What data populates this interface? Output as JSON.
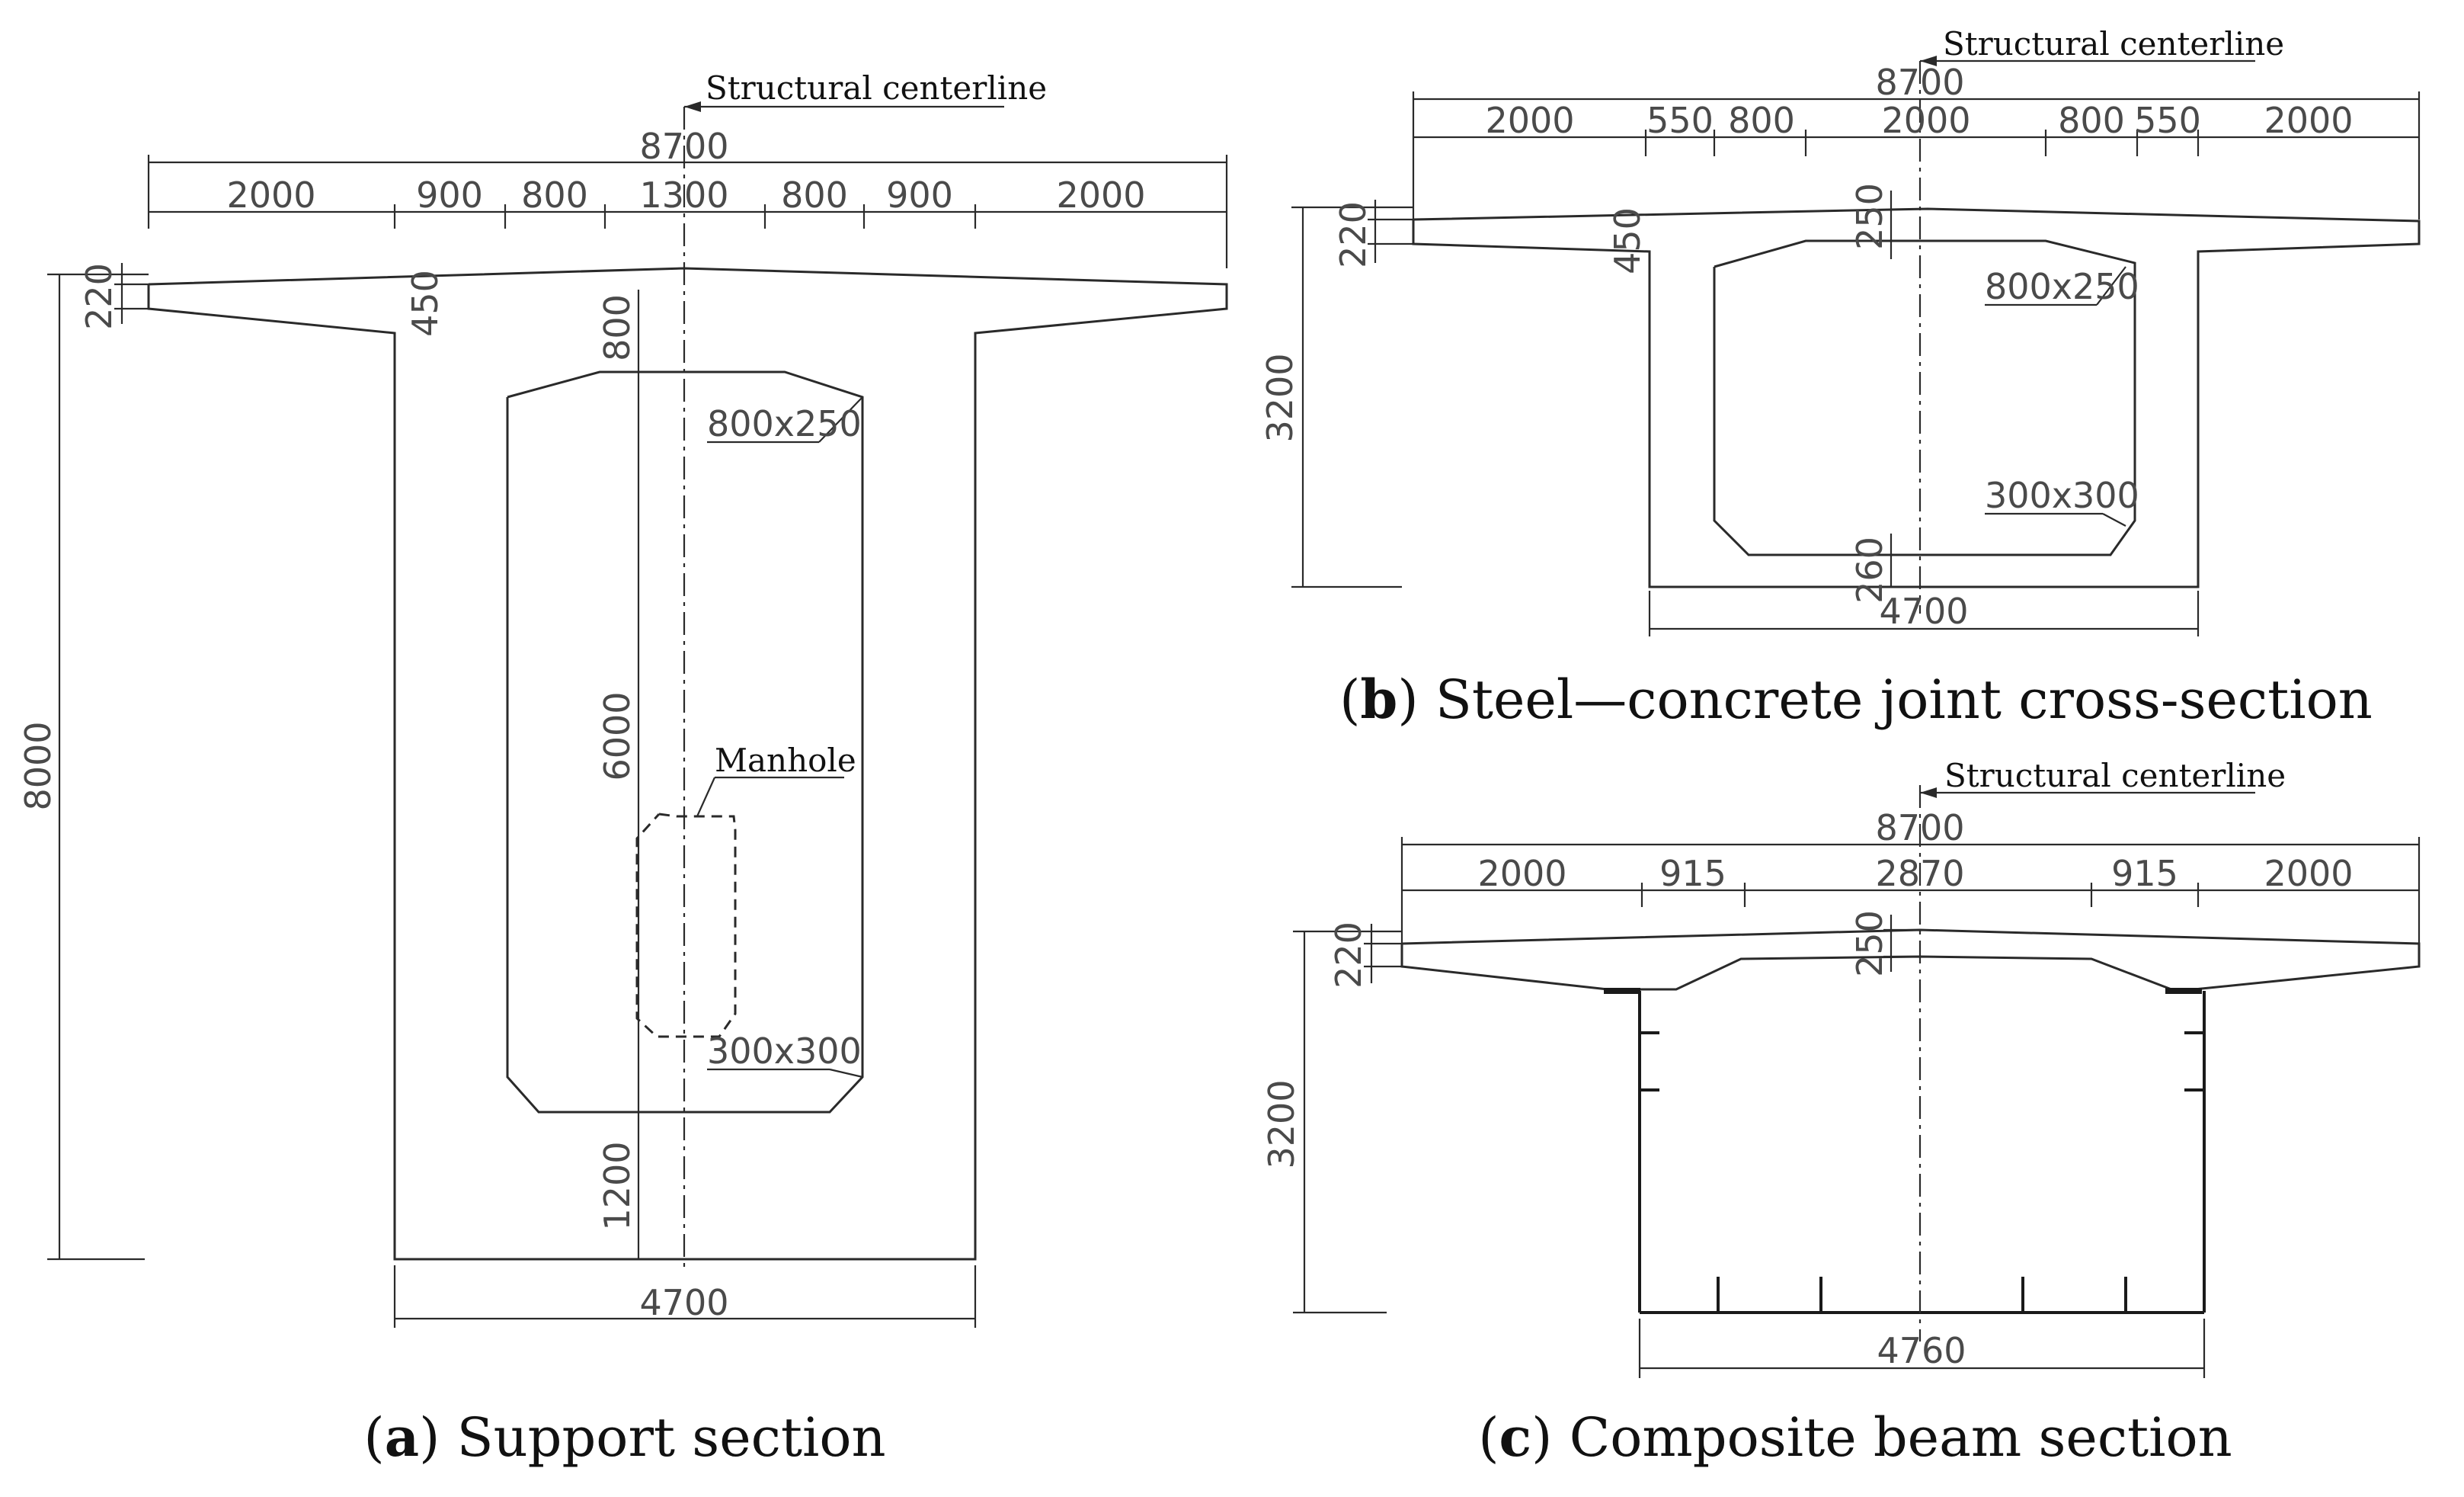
{
  "panels": {
    "a": {
      "caption_letter": "a",
      "caption_text": "Support section",
      "centerline_label": "Structural centerline",
      "manhole_label": "Manhole",
      "total_width": "8700",
      "top_dims": [
        "2000",
        "900",
        "800",
        "1300",
        "800",
        "900",
        "2000"
      ],
      "flange_thk_end": "220",
      "flange_thk_root": "450",
      "top_slab": "800",
      "height": "8000",
      "web_height": "6000",
      "bottom_slab": "1200",
      "bottom_width": "4700",
      "chamfer_top": "800x250",
      "chamfer_bottom": "300x300"
    },
    "b": {
      "caption_letter": "b",
      "caption_text": "Steel—concrete joint cross-section",
      "centerline_label": "Structural centerline",
      "total_width": "8700",
      "top_dims": [
        "2000",
        "550",
        "800",
        "2000",
        "800",
        "550",
        "2000"
      ],
      "flange_thk_end": "220",
      "flange_thk_root": "450",
      "top_slab": "250",
      "height": "3200",
      "bottom_slab": "260",
      "bottom_width": "4700",
      "chamfer_top": "800x250",
      "chamfer_bottom": "300x300"
    },
    "c": {
      "caption_letter": "c",
      "caption_text": "Composite beam section",
      "centerline_label": "Structural centerline",
      "total_width": "8700",
      "top_dims": [
        "2000",
        "915",
        "2870",
        "915",
        "2000"
      ],
      "flange_thk_end": "220",
      "top_slab": "250",
      "height": "3200",
      "bottom_width": "4760"
    }
  }
}
